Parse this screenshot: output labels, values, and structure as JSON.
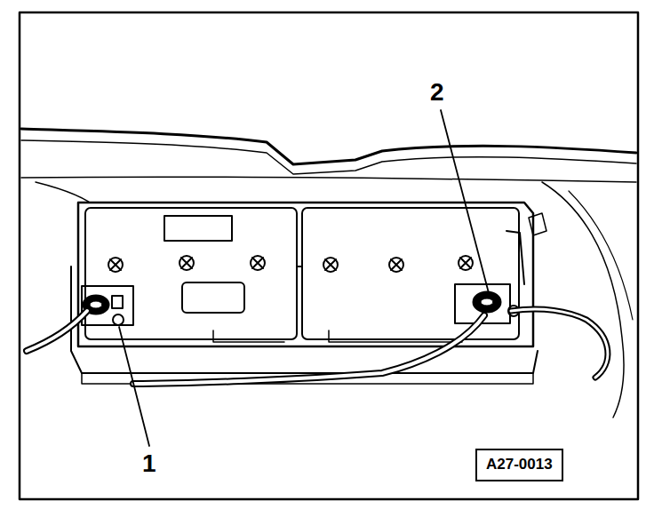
{
  "diagram": {
    "nodes": [
      {
        "text": [
          "A27-0013"
        ]
      }
    ],
    "labels": [
      "2",
      "1"
    ]
  }
}
